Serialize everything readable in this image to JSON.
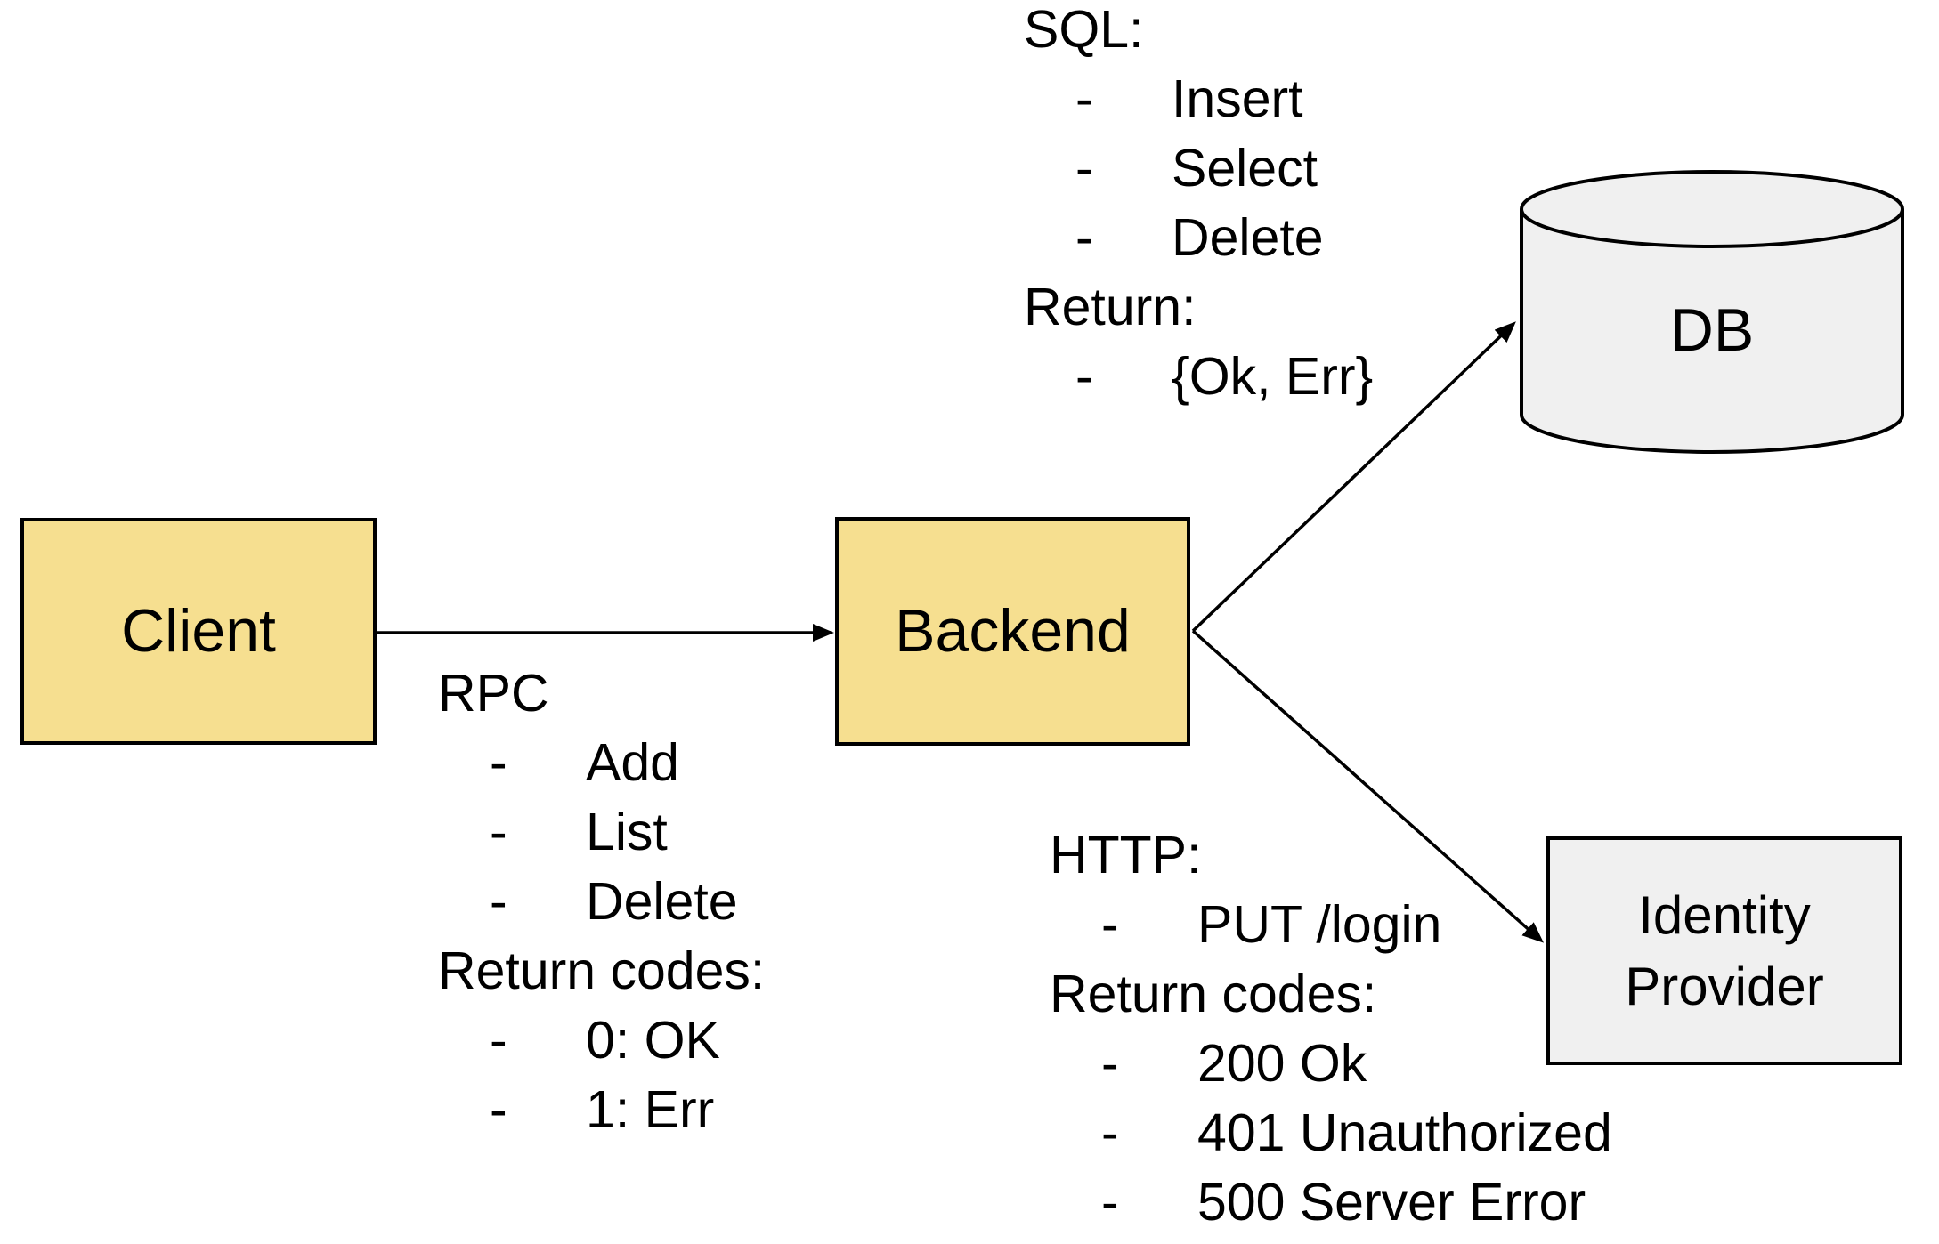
{
  "palette": {
    "node_fill_yellow": "#f6df90",
    "node_fill_gray": "#f0f0f0",
    "stroke": "#000000",
    "background": "#ffffff"
  },
  "glyphs": {
    "dash": "-"
  },
  "nodes": {
    "client": {
      "label": "Client"
    },
    "backend": {
      "label": "Backend"
    },
    "db": {
      "label": "DB"
    },
    "identity_provider": {
      "label": "Identity Provider"
    }
  },
  "edges": [
    {
      "from": "client",
      "to": "backend"
    },
    {
      "from": "backend",
      "to": "db"
    },
    {
      "from": "backend",
      "to": "identity_provider"
    }
  ],
  "annotations": {
    "rpc": {
      "title": "RPC",
      "commands": [
        "Add",
        "List",
        "Delete"
      ],
      "return_title": "Return codes:",
      "returns": [
        "0: OK",
        "1: Err"
      ]
    },
    "sql": {
      "title": "SQL:",
      "commands": [
        "Insert",
        "Select",
        "Delete"
      ],
      "return_title": "Return:",
      "returns": [
        "{Ok, Err}"
      ]
    },
    "http": {
      "title": "HTTP:",
      "commands": [
        "PUT /login"
      ],
      "return_title": "Return codes:",
      "returns": [
        "200 Ok",
        "401 Unauthorized",
        "500 Server Error"
      ]
    }
  }
}
